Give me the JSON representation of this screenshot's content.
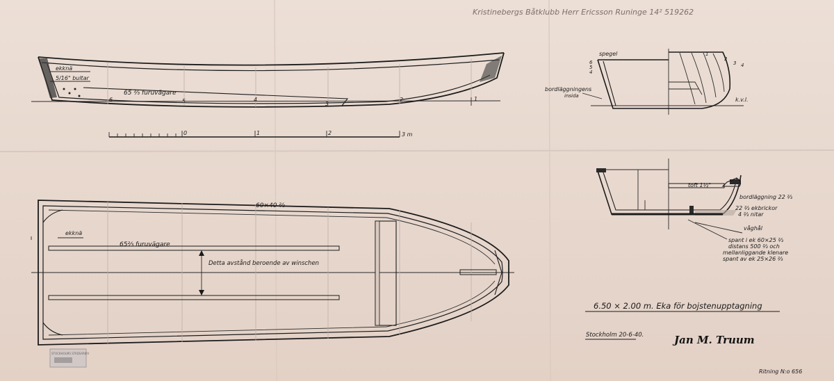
{
  "header": {
    "pencil_note": "Kristinebergs Båtklubb  Herr Ericsson  Runinge 14²  519262"
  },
  "profile": {
    "labels": {
      "ekkna": "ekknä",
      "bolt": "5/16\" bultar",
      "stringer": "65 ⅔ furuvägare"
    },
    "stations": [
      "6",
      "5",
      "4",
      "3",
      "2",
      "1"
    ]
  },
  "scale_bar": {
    "ticks": [
      "0",
      "1",
      "2",
      "3 m"
    ]
  },
  "transom": {
    "labels": {
      "spegel": "spegel",
      "bord": "bordläggningens",
      "insida": "insida",
      "kvl": "k.v.l."
    },
    "left_nums": [
      "6",
      "5",
      "4"
    ],
    "right_nums": [
      "1",
      "2",
      "3",
      "4"
    ]
  },
  "plan": {
    "labels": {
      "gunwale": "60×40 ⅔",
      "ekkna": "ekknä",
      "stringer": "65⅔ furuvägare",
      "distance": "Detta avstånd beroende av winschen"
    }
  },
  "section": {
    "labels": {
      "toft": "toft 1½\"",
      "planking": "bordläggning 22 ⅔",
      "rivets1": "22 ⅔ ekbrickor",
      "rivets2": "4 ⅔ nitar",
      "drain": "våghål",
      "frames1": "spant i ek 60×25 ⅔",
      "frames2": "distans 500 ⅔ och",
      "frames3": "mellanliggande klenare",
      "frames4": "spant av ek 25×26 ⅔"
    }
  },
  "title_block": {
    "title": "6.50 × 2.00 m. Eka för bojstenupptagning",
    "place_date": "Stockholm 20-6-40.",
    "signature": "Jan M. Truum",
    "drawing_no": "Ritning N:o 656"
  },
  "stamp": {
    "text": "STOCKHOLMS STADSARKIV"
  }
}
